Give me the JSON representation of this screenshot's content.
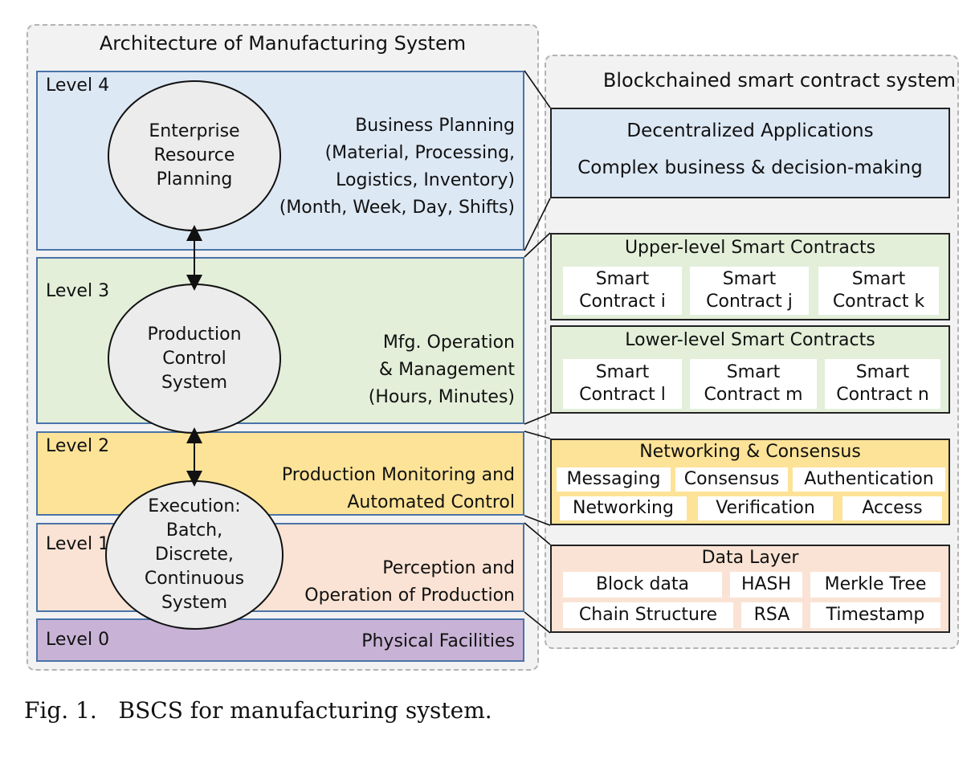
{
  "left_panel": {
    "title": "Architecture of Manufacturing System",
    "levels": [
      {
        "label": "Level 4",
        "color": "#dde8f5",
        "right_lines": [
          "Business Planning",
          "(Material, Processing,",
          "Logistics, Inventory)",
          "(Month, Week, Day, Shifts)"
        ]
      },
      {
        "label": "Level 3",
        "color": "#e3efd9",
        "right_lines": [
          "Mfg. Operation",
          "& Management",
          "(Hours, Minutes)"
        ]
      },
      {
        "label": "Level 2",
        "color": "#fde397",
        "right_lines": [
          "Production Monitoring and",
          "Automated Control"
        ]
      },
      {
        "label": "Level 1",
        "color": "#fae3d4",
        "right_lines": [
          "Perception and",
          "Operation of Production"
        ]
      },
      {
        "label": "Level 0",
        "color": "#c8b3d6",
        "right_lines": [
          "Physical Facilities"
        ]
      }
    ],
    "ellipses": [
      "Enterprise\nResource\nPlanning",
      "Production\nControl\nSystem",
      "Execution:\nBatch,\nDiscrete,\nContinuous\nSystem"
    ]
  },
  "right_panel": {
    "title": "Blockchained smart contract system",
    "dapps": {
      "line1": "Decentralized Applications",
      "line2": "Complex business & decision-making"
    },
    "upper": {
      "title": "Upper-level Smart Contracts",
      "cells": [
        "Smart\nContract i",
        "Smart\nContract  j",
        "Smart\nContract  k"
      ]
    },
    "lower": {
      "title": "Lower-level Smart Contracts",
      "cells": [
        "Smart\nContract l",
        "Smart\nContract  m",
        "Smart\nContract  n"
      ]
    },
    "network": {
      "title": "Networking & Consensus",
      "row1": [
        "Messaging",
        "Consensus",
        "Authentication"
      ],
      "row2": [
        "Networking",
        "Verification",
        "Access"
      ]
    },
    "data": {
      "title": "Data Layer",
      "row1": [
        "Block data",
        "HASH",
        "Merkle Tree"
      ],
      "row2": [
        "Chain Structure",
        "RSA",
        "Timestamp"
      ]
    }
  },
  "caption": "Fig. 1.   BSCS for manufacturing system."
}
